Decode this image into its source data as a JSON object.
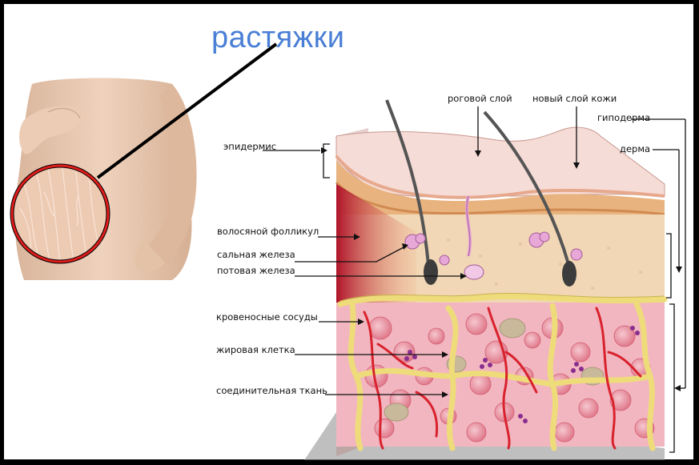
{
  "title": "растяжки",
  "labels": {
    "epidermis": "эпидермис",
    "stratum_corneum": "роговой слой",
    "new_skin_layer": "новый слой кожи",
    "hypodermis": "гиподерма",
    "dermis": "дерма",
    "hair_follicle": "волосяной фолликул",
    "sebaceous_gland": "сальная железа",
    "sweat_gland": "потовая железа",
    "blood_vessels": "кровеносные сосуды",
    "fat_cell": "жировая клетка",
    "connective_tissue": "соединительная ткань"
  },
  "colors": {
    "title": "#4a7fd6",
    "highlight_ring": "#e01c1c",
    "skin": "#e9c7ad",
    "epidermis_top": "#f6dcd6",
    "dermis": "#f0d6b4",
    "fat_tissue": "#f2b6c0",
    "connective": "#eedc7a"
  }
}
